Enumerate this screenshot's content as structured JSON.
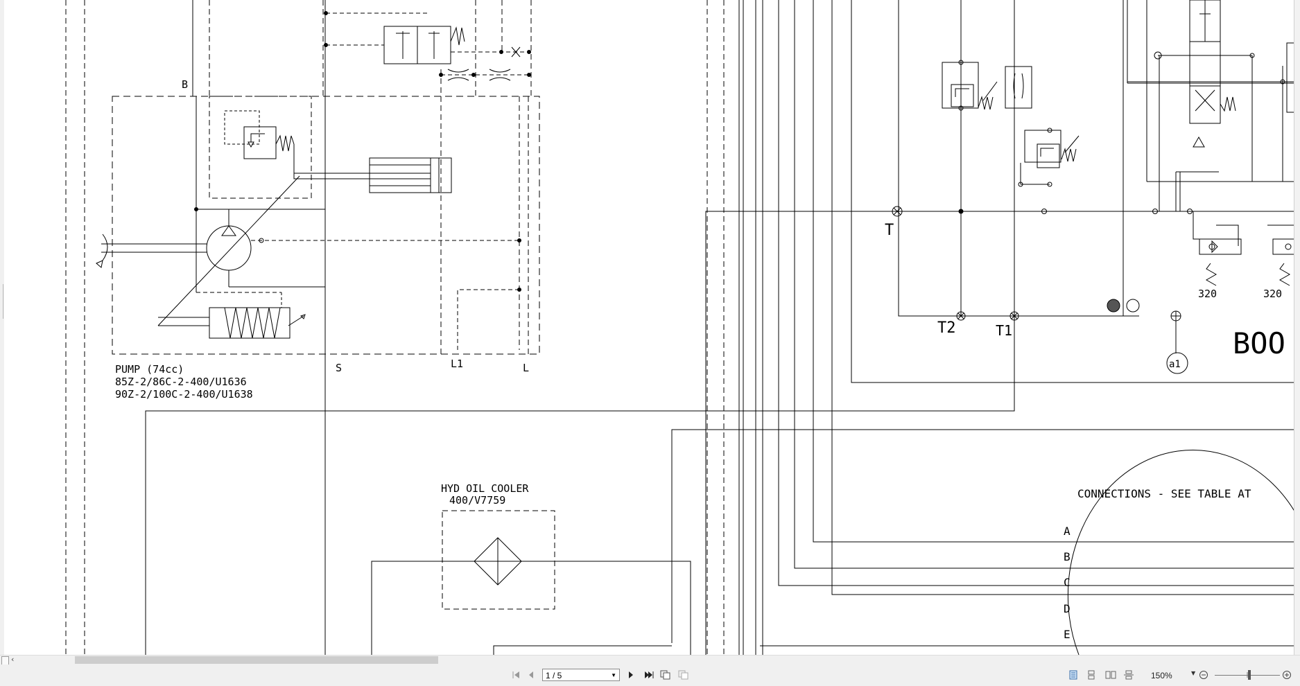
{
  "drawing": {
    "label_B_top": "B",
    "label_S": "S",
    "label_L1": "L1",
    "label_L": "L",
    "pump_line1": "PUMP (74cc)",
    "pump_line2": "85Z-2/86C-2-400/U1636",
    "pump_line3": "90Z-2/100C-2-400/U1638",
    "cooler_line1": "HYD OIL COOLER",
    "cooler_line2": "400/V7759",
    "label_T": "T",
    "label_T2": "T2",
    "label_T1": "T1",
    "label_320a": "320",
    "label_320b": "320",
    "label_a1": "a1",
    "label_boom": "BOO",
    "connections_title": "CONNECTIONS - SEE TABLE AT",
    "conn_A": "A",
    "conn_B": "B",
    "conn_C": "C",
    "conn_D": "D",
    "conn_E": "E"
  },
  "toolbar": {
    "page_indicator": "1 / 5",
    "zoom_level": "150%"
  },
  "icons": [
    "first-page-icon",
    "prev-page-icon",
    "next-page-icon",
    "last-page-icon",
    "copy-icon",
    "snapshot-icon",
    "single-page-icon",
    "continuous-icon",
    "facing-icon",
    "split-icon",
    "zoom-out-icon",
    "zoom-in-icon",
    "scroll-left-icon"
  ]
}
